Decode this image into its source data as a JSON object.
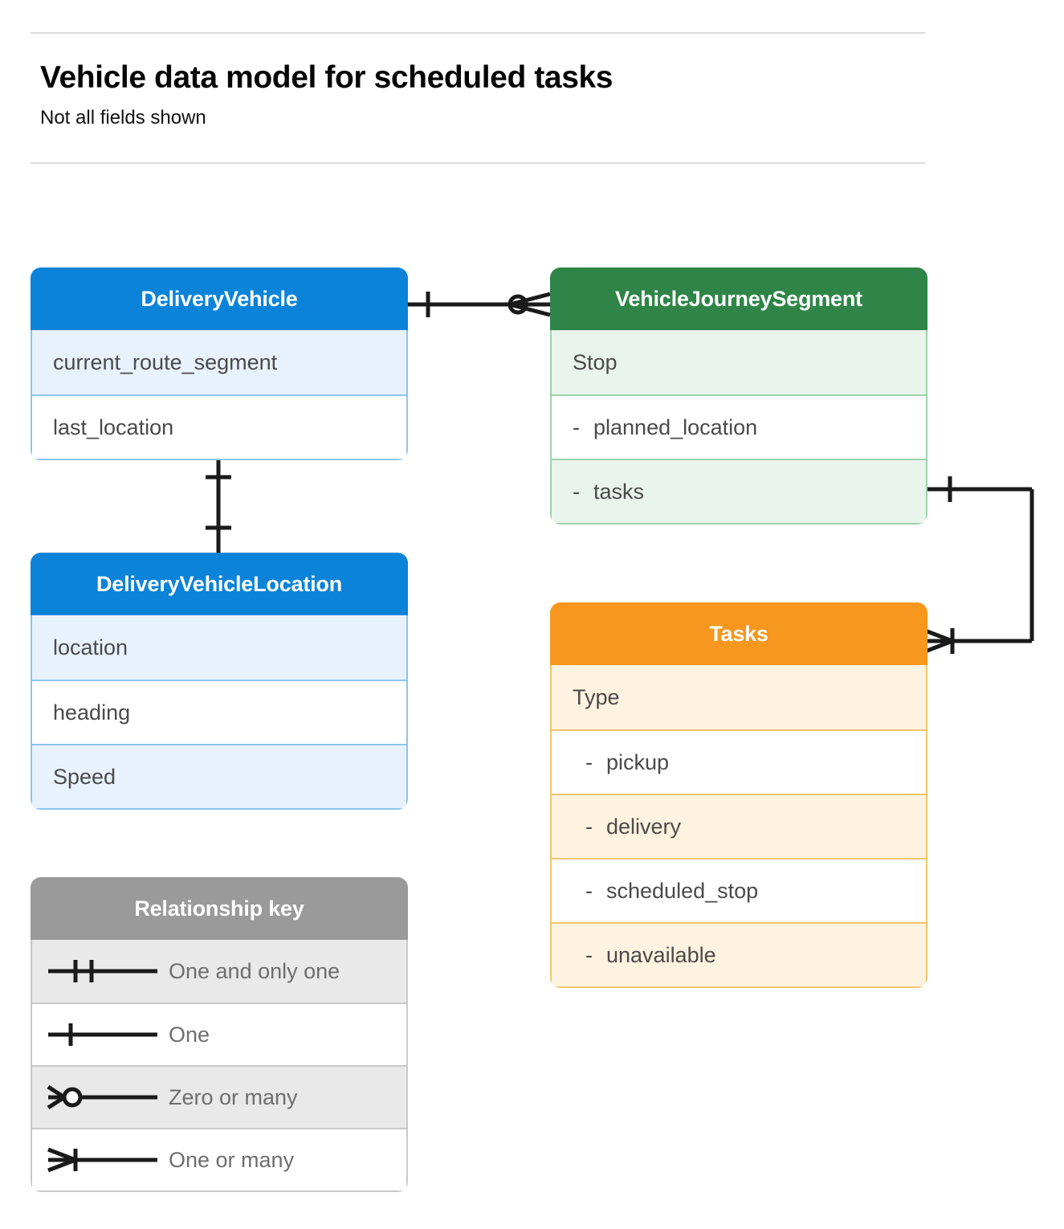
{
  "header": {
    "title": "Vehicle data model for scheduled tasks",
    "subtitle": "Not all fields shown"
  },
  "colors": {
    "blue": "#0b83d9",
    "blue_row_tint": "#e8f2fd",
    "blue_border": "#8cc5f0",
    "green": "#2e8547",
    "green_row_tint": "#e9f4ec",
    "green_border": "#9ed3ac",
    "orange": "#f7971d",
    "orange_row_tint": "#fdf3e0",
    "orange_border": "#f5c46a",
    "gray": "#9a9a9a",
    "gray_row_tint": "#e9e9e9",
    "gray_border": "#c9c9c9",
    "connector": "#1a1a1a",
    "rule": "#dcdcdc"
  },
  "entities": [
    {
      "id": "delivery-vehicle",
      "name": "DeliveryVehicle",
      "fields": [
        {
          "label": "current_route_segment",
          "dash": "",
          "indent": false
        },
        {
          "label": "last_location",
          "dash": "",
          "indent": false
        }
      ]
    },
    {
      "id": "vehicle-journey-segment",
      "name": "VehicleJourneySegment",
      "fields": [
        {
          "label": "Stop",
          "dash": "",
          "indent": false
        },
        {
          "label": "planned_location",
          "dash": "-",
          "indent": false
        },
        {
          "label": "tasks",
          "dash": "-",
          "indent": false
        }
      ]
    },
    {
      "id": "delivery-vehicle-location",
      "name": "DeliveryVehicleLocation",
      "fields": [
        {
          "label": "location",
          "dash": "",
          "indent": false
        },
        {
          "label": "heading",
          "dash": "",
          "indent": false
        },
        {
          "label": "Speed",
          "dash": "",
          "indent": false
        }
      ]
    },
    {
      "id": "tasks",
      "name": "Tasks",
      "fields": [
        {
          "label": "Type",
          "dash": "",
          "indent": false
        },
        {
          "label": "pickup",
          "dash": "-",
          "indent": true
        },
        {
          "label": "delivery",
          "dash": "-",
          "indent": true
        },
        {
          "label": "scheduled_stop",
          "dash": "-",
          "indent": true
        },
        {
          "label": "unavailable",
          "dash": "-",
          "indent": true
        }
      ]
    }
  ],
  "legend": {
    "title": "Relationship key",
    "items": [
      {
        "label": "One and only one",
        "glyph": "one-and-only-one-icon"
      },
      {
        "label": "One",
        "glyph": "one-icon"
      },
      {
        "label": "Zero or many",
        "glyph": "zero-or-many-icon"
      },
      {
        "label": "One or many",
        "glyph": "one-or-many-icon"
      }
    ]
  },
  "relationships": [
    {
      "id": "deliveryvehicle-to-journeysegment",
      "from": "DeliveryVehicle",
      "to": "VehicleJourneySegment",
      "from_cardinality": "One",
      "to_cardinality": "Zero or many"
    },
    {
      "id": "deliveryvehicle-to-vehiclelocation",
      "from": "DeliveryVehicle",
      "to": "DeliveryVehicleLocation",
      "from_cardinality": "One",
      "to_cardinality": "One"
    },
    {
      "id": "journeysegment-tasks-to-tasks",
      "from": "VehicleJourneySegment.tasks",
      "to": "Tasks",
      "from_cardinality": "One",
      "to_cardinality": "One or many"
    }
  ]
}
